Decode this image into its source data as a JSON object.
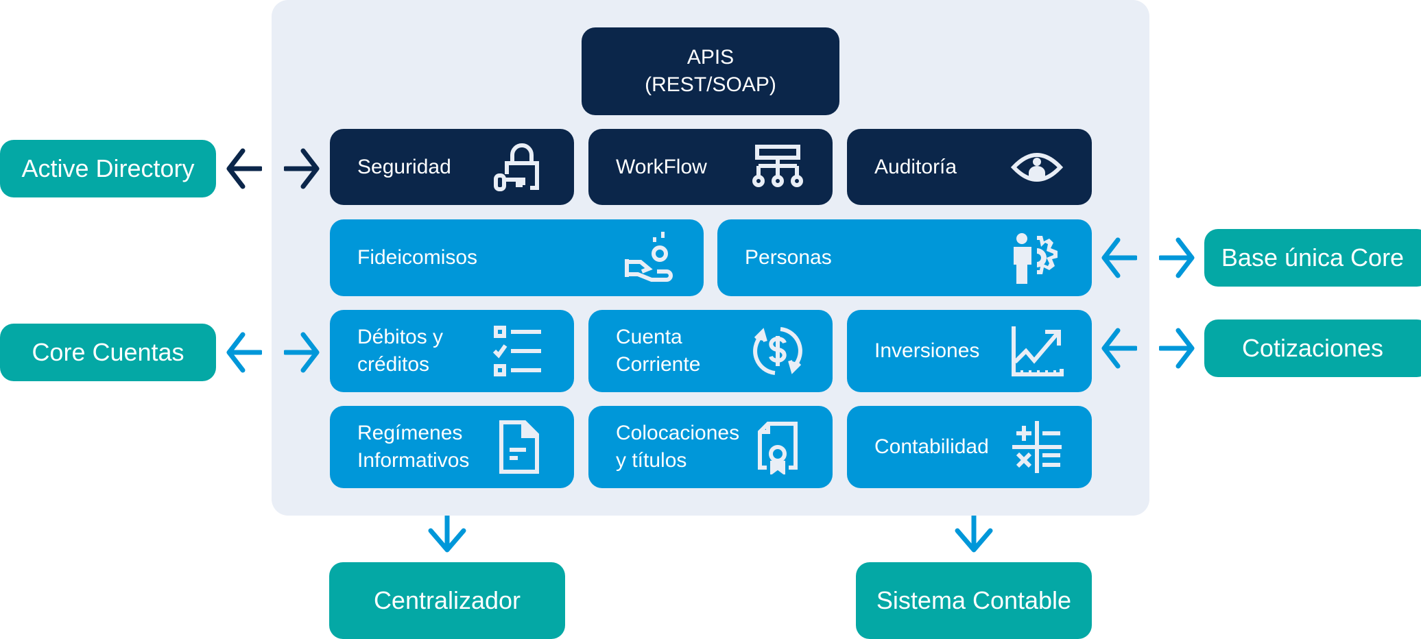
{
  "colors": {
    "container_bg": "#E9EEF6",
    "navy": "#0B264A",
    "blue": "#0097D9",
    "teal": "#04A8A5",
    "icon": "#E9EEF6"
  },
  "platform": {
    "apis": {
      "label": "APIS\n(REST/SOAP)"
    },
    "row1": [
      {
        "label": "Seguridad",
        "icon": "padlock-key-icon"
      },
      {
        "label": "WorkFlow",
        "icon": "workflow-hierarchy-icon"
      },
      {
        "label": "Auditoría",
        "icon": "eye-person-icon"
      }
    ],
    "row2": [
      {
        "label": "Fideicomisos",
        "icon": "hand-coin-icon"
      },
      {
        "label": "Personas",
        "icon": "person-gear-icon"
      }
    ],
    "row3": [
      {
        "label": "Débitos y\ncréditos",
        "icon": "checklist-icon"
      },
      {
        "label": "Cuenta\nCorriente",
        "icon": "dollar-cycle-icon"
      },
      {
        "label": "Inversiones",
        "icon": "growth-chart-icon"
      }
    ],
    "row4": [
      {
        "label": "Regímenes\nInformativos",
        "icon": "document-icon"
      },
      {
        "label": "Colocaciones\ny títulos",
        "icon": "certificate-icon"
      },
      {
        "label": "Contabilidad",
        "icon": "math-operators-icon"
      }
    ]
  },
  "external": {
    "active_directory": "Active Directory",
    "core_cuentas": "Core Cuentas",
    "base_unica_core": "Base única Core",
    "cotizaciones": "Cotizaciones",
    "centralizador": "Centralizador",
    "sistema_contable": "Sistema Contable"
  }
}
